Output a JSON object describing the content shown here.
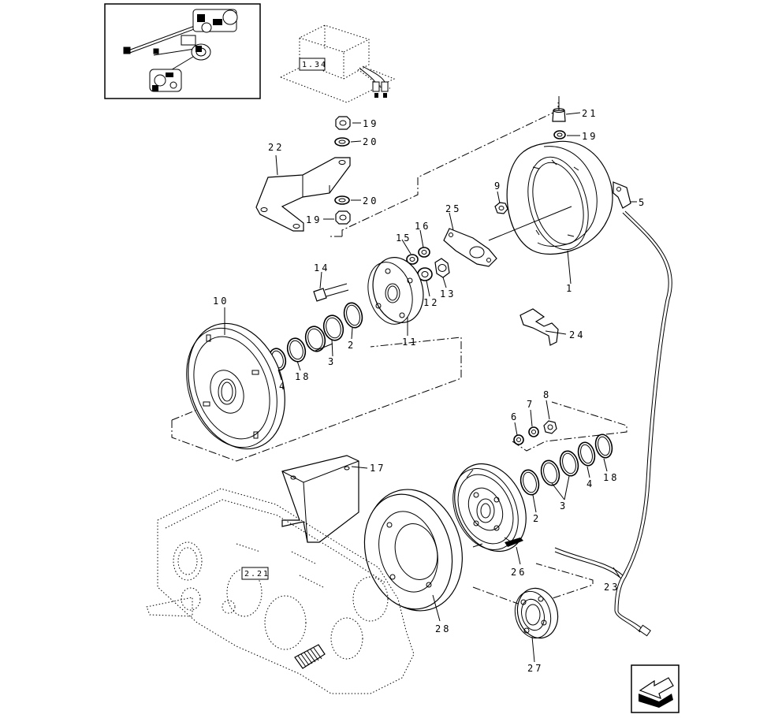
{
  "references": {
    "top_module": "1.34",
    "gearbox": "2.21"
  },
  "parts": {
    "p1": "1",
    "p2a": "2",
    "p2b": "2",
    "p3a": "3",
    "p3b": "3",
    "p4a": "4",
    "p4b": "4",
    "p5": "5",
    "p6": "6",
    "p7": "7",
    "p8": "8",
    "p9": "9",
    "p10": "10",
    "p11": "11",
    "p12": "12",
    "p13": "13",
    "p14": "14",
    "p15": "15",
    "p16": "16",
    "p17": "17",
    "p18a": "18",
    "p18b": "18",
    "p19a": "19",
    "p19b": "19",
    "p19c": "19",
    "p20a": "20",
    "p20b": "20",
    "p21": "21",
    "p22": "22",
    "p23": "23",
    "p24": "24",
    "p25": "25",
    "p26": "26",
    "p27": "27",
    "p28": "28"
  },
  "icons": {
    "navigation": "back-arrow-icon",
    "thumbnail": "assembly-thumbnail"
  }
}
